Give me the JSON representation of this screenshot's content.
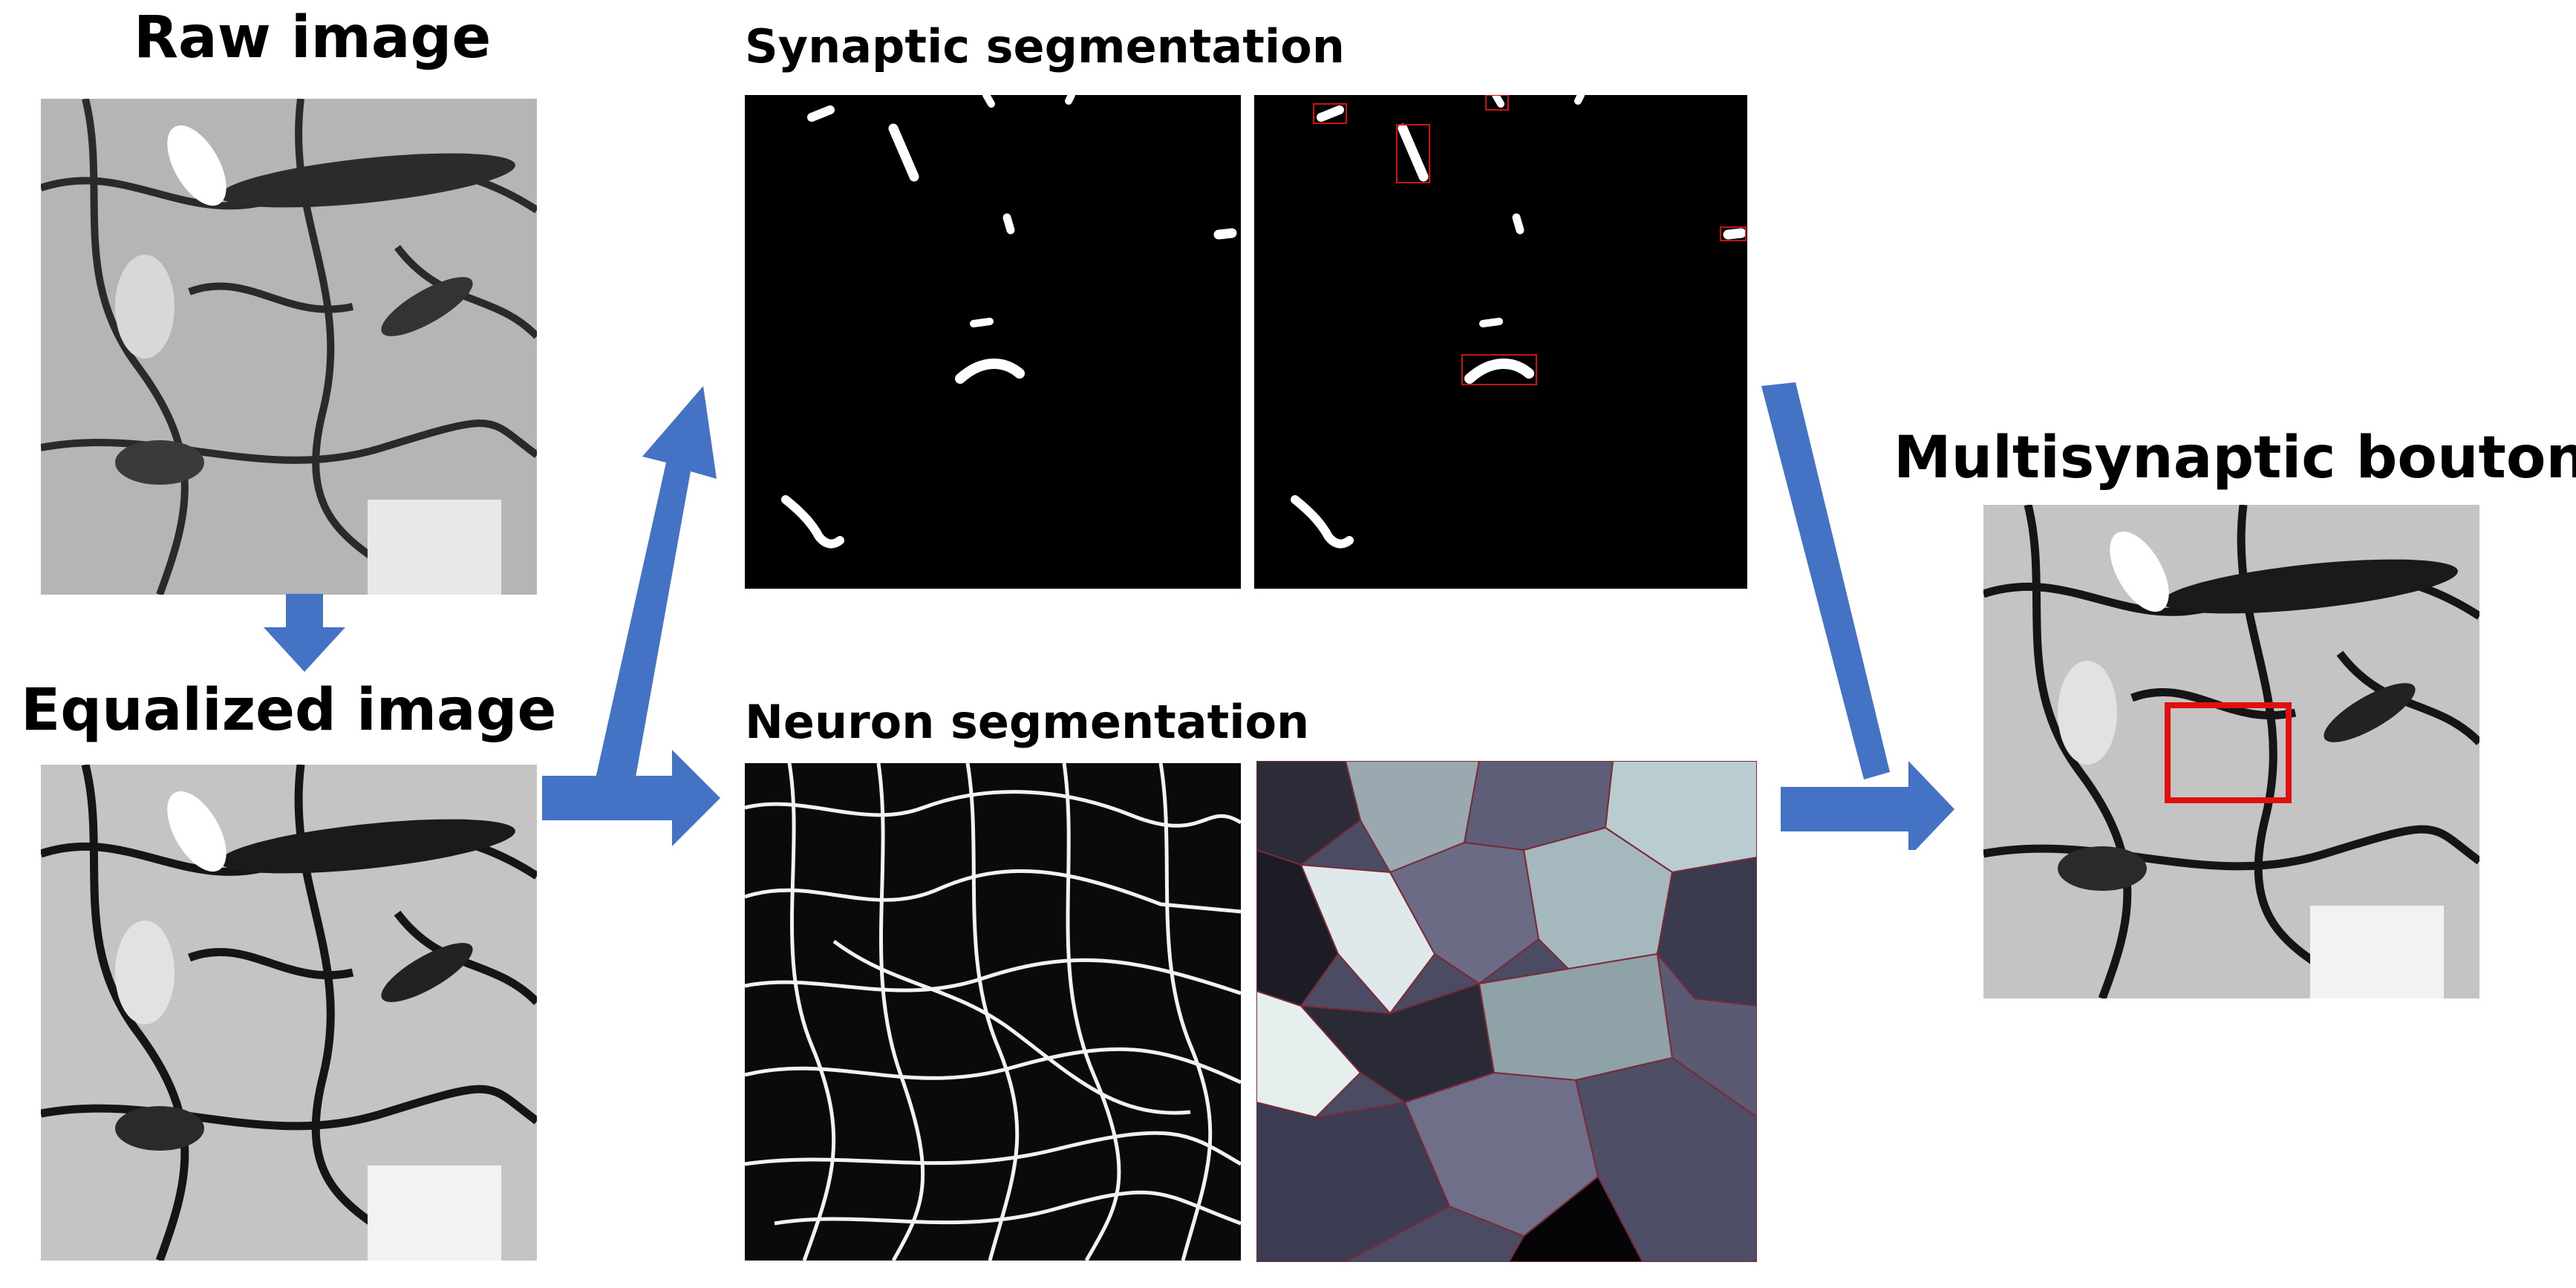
{
  "labels": {
    "raw": "Raw image",
    "equalized": "Equalized image",
    "synaptic": "Synaptic segmentation",
    "neuron": "Neuron segmentation",
    "multisynaptic": "Multisynaptic bouton"
  },
  "colors": {
    "arrow": "#4472c4",
    "highlight_box": "#e01010",
    "panel_bg": "#000000"
  }
}
